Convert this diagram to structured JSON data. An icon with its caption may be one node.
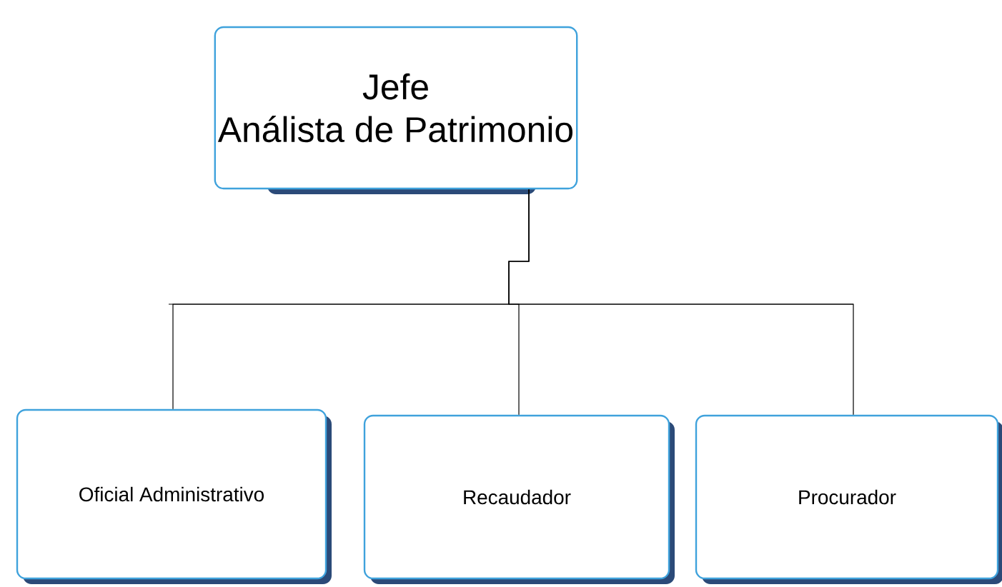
{
  "diagram": {
    "nodes": [
      {
        "text": [
          "Jefe",
          "Análista de Patrimonio"
        ]
      },
      {
        "text": [
          "Oficial Administrativo"
        ]
      },
      {
        "text": [
          "Recaudador"
        ]
      },
      {
        "text": [
          "Procurador"
        ]
      }
    ],
    "edges": [
      {
        "from": 0,
        "to": 1,
        "arrow": "none"
      },
      {
        "from": 0,
        "to": 2,
        "arrow": "none"
      },
      {
        "from": 0,
        "to": 3,
        "arrow": "none"
      }
    ]
  }
}
